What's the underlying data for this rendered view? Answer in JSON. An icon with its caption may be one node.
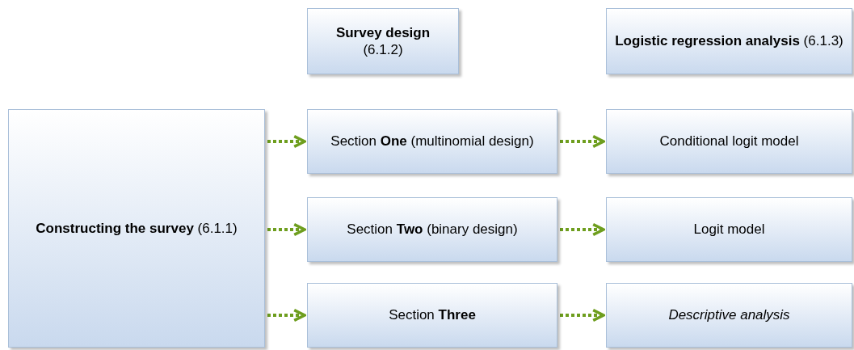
{
  "diagram": {
    "nodes": [
      {
        "text": [
          "**Survey design** (6.1.2)"
        ]
      },
      {
        "text": [
          "**Logistic regression analysis** (6.1.3)"
        ]
      },
      {
        "text": [
          "**Constructing the survey** (6.1.1)"
        ]
      },
      {
        "text": [
          "Section **One** (multinomial design)"
        ]
      },
      {
        "text": [
          "Conditional logit model"
        ]
      },
      {
        "text": [
          "Section **Two** (binary design)"
        ]
      },
      {
        "text": [
          "Logit model"
        ]
      },
      {
        "text": [
          "Section **Three**"
        ]
      },
      {
        "text": [
          "Descriptive analysis"
        ]
      }
    ],
    "edges": [
      {
        "from": 2,
        "to": 3,
        "arrow": "to"
      },
      {
        "from": 3,
        "to": 4,
        "arrow": "to"
      },
      {
        "from": 2,
        "to": 5,
        "arrow": "to"
      },
      {
        "from": 5,
        "to": 6,
        "arrow": "to"
      },
      {
        "from": 2,
        "to": 7,
        "arrow": "to"
      },
      {
        "from": 7,
        "to": 8,
        "arrow": "to"
      }
    ]
  }
}
